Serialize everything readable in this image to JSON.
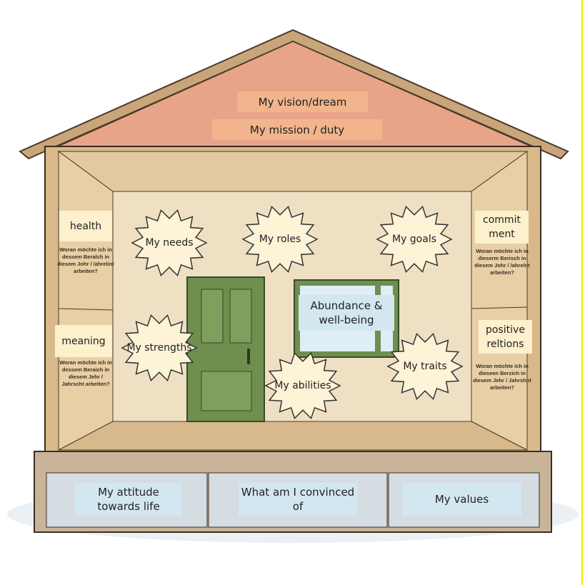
{
  "roof": {
    "vision": "My vision/dream",
    "mission": "My mission / duty"
  },
  "side_walls": {
    "left": [
      {
        "label": "health",
        "question": "Woran möchte ich in dessem Beralch in diesem Johr / /ahrelint arbeiten?"
      },
      {
        "label": "meaning",
        "question": "Woran möchte ich in dessem Beraich in diesem Jehr / Jahrscht arbeiten?"
      }
    ],
    "right": [
      {
        "label": "commit ment",
        "question": "Woran möchte ich in dieserm Berisch in diesem Johr / /ahrelnt arbeiten?"
      },
      {
        "label": "positive reltions",
        "question": "Woran möchte ich in dieseen Berzich in diesem Jehr / Jahrshnt arbeiten?"
      }
    ]
  },
  "stars": {
    "needs": "My needs",
    "roles": "My roles",
    "goals": "My goals",
    "strengths": "My strengths",
    "abilities": "My abilities",
    "traits": "My traits"
  },
  "window": {
    "label": "Abundance & well-being"
  },
  "foundation": {
    "attitude": "My attitude towards life",
    "convinced": "What am I convinced of",
    "values": "My values"
  },
  "colors": {
    "wood": "#d9b98a",
    "roof_inner": "#e8a489",
    "wall": "#efe0c4",
    "door": "#6e8f4e",
    "label_blue": "#d3e7f0",
    "label_yellow": "#fdf0cc",
    "label_orange": "#f2b48c"
  }
}
